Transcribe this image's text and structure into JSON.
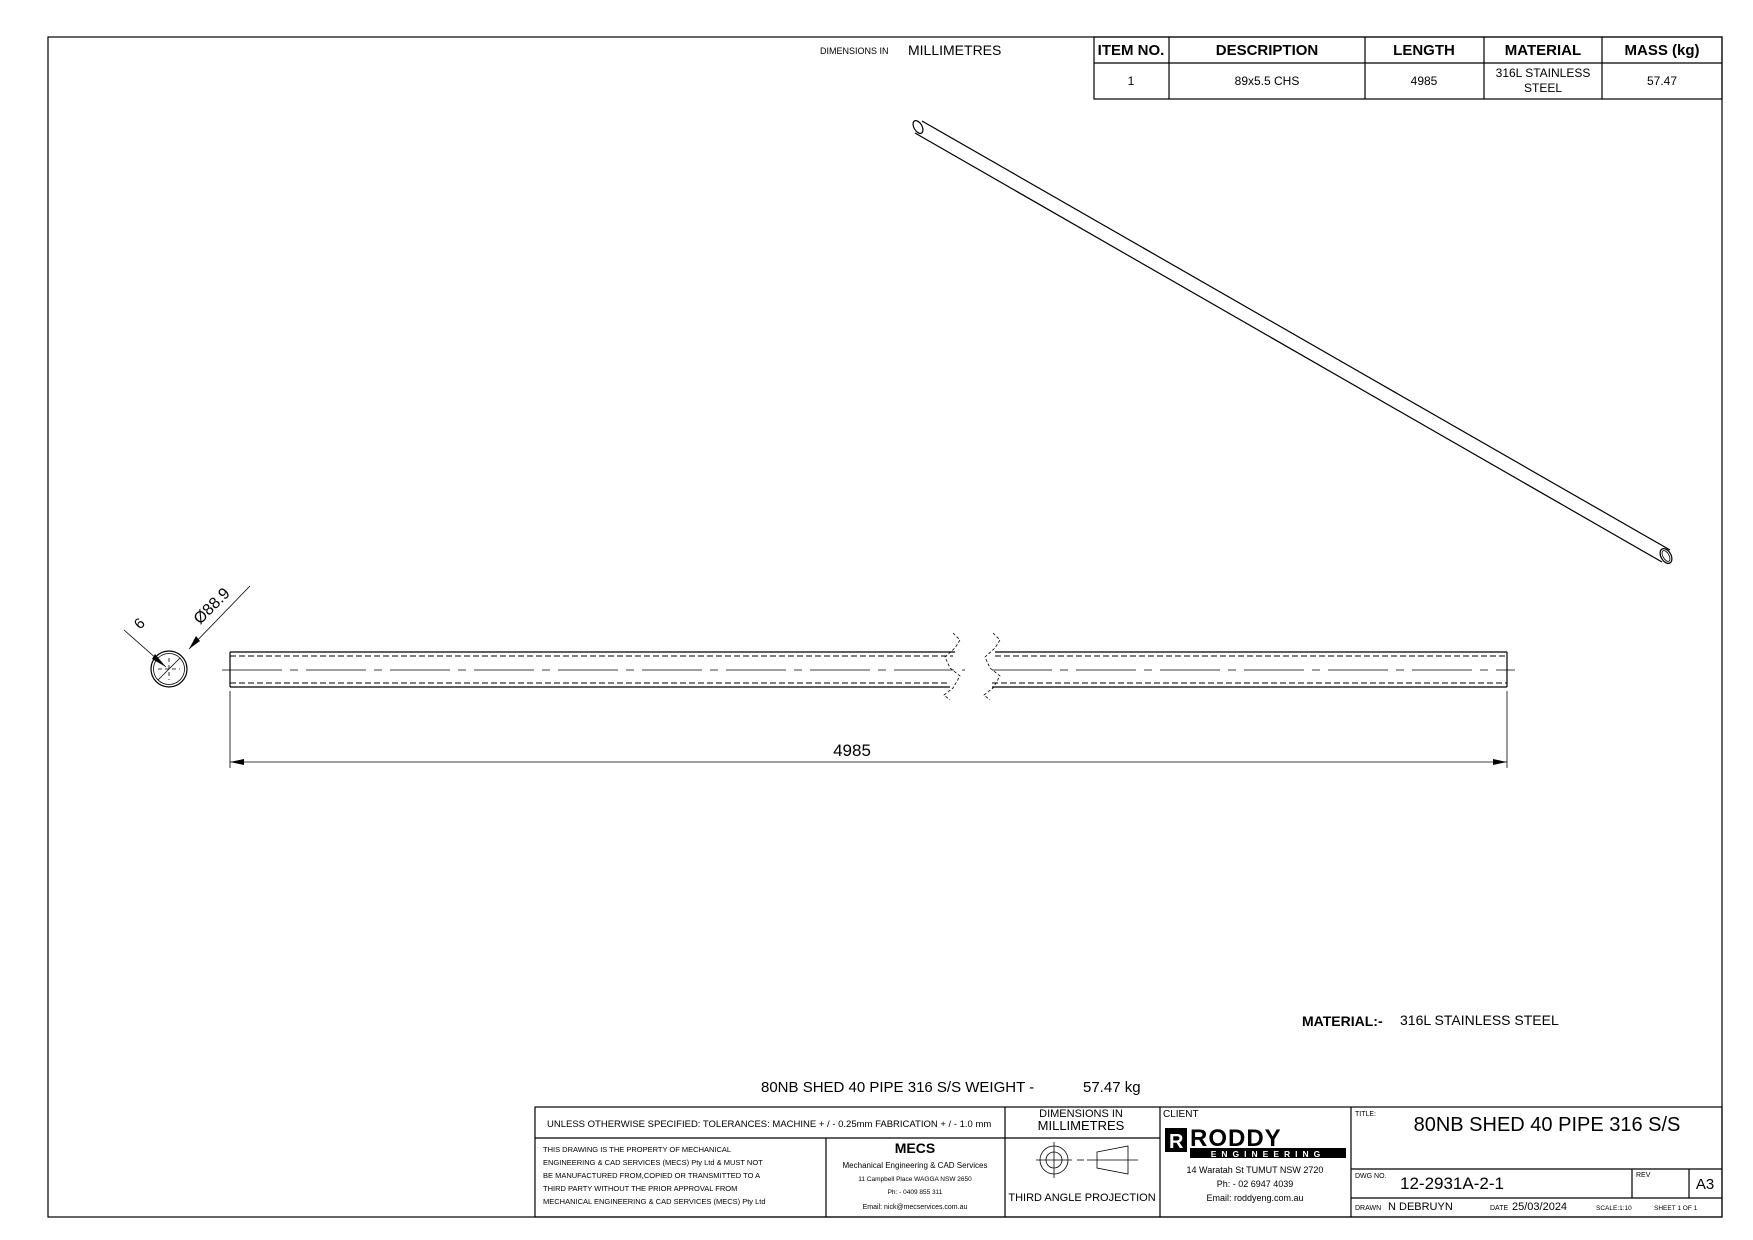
{
  "header": {
    "dims_prefix": "DIMENSIONS IN",
    "dims_unit": "MILLIMETRES"
  },
  "bom": {
    "headers": [
      "ITEM NO.",
      "DESCRIPTION",
      "LENGTH",
      "MATERIAL",
      "MASS (kg)"
    ],
    "rows": [
      {
        "item": "1",
        "description": "89x5.5 CHS",
        "length": "4985",
        "material_line1": "316L STAINLESS",
        "material_line2": "STEEL",
        "mass": "57.47"
      }
    ]
  },
  "dimensions": {
    "outer_diameter": "Ø88.9",
    "wall": "6",
    "length": "4985"
  },
  "notes": {
    "material_label": "MATERIAL:-",
    "material_value": "316L STAINLESS STEEL",
    "weight_line": "80NB SHED 40 PIPE 316 S/S WEIGHT -",
    "weight_value": "57.47 kg"
  },
  "title_block": {
    "tolerances": "UNLESS OTHERWISE SPECIFIED: TOLERANCES: MACHINE + / - 0.25mm  FABRICATION + / - 1.0 mm",
    "dims_in": "DIMENSIONS IN",
    "dims_unit": "MILLIMETRES",
    "property_lines": [
      "THIS DRAWING IS THE PROPERTY OF MECHANICAL",
      "ENGINEERING & CAD SERVICES (MECS) Pty Ltd & MUST NOT",
      "BE MANUFACTURED FROM,COPIED OR TRANSMITTED TO A",
      "THIRD PARTY WITHOUT THE PRIOR APPROVAL FROM",
      "MECHANICAL ENGINEERING & CAD SERVICES (MECS) Pty Ltd"
    ],
    "mecs": {
      "logo": "MECS",
      "name": "Mechanical Engineering & CAD Services",
      "address": "11 Campbell Place WAGGA NSW 2650",
      "phone": "Ph: - 0409 855 311",
      "email": "Email: nick@mecservices.com.au"
    },
    "projection": "THIRD ANGLE PROJECTION",
    "client_label": "CLIENT",
    "client": {
      "logo_main": "RODDY",
      "logo_sub": "ENGINEERING",
      "address": "14 Waratah St TUMUT NSW 2720",
      "phone": "Ph: - 02 6947 4039",
      "email": "Email: roddyeng.com.au"
    },
    "title_label": "TITLE:",
    "title": "80NB SHED 40 PIPE 316 S/S",
    "dwg_label": "DWG NO.",
    "dwg_no": "12-2931A-2-1",
    "rev_label": "REV",
    "size": "A3",
    "drawn_label": "DRAWN",
    "drawn_by": "N DEBRUYN",
    "date_label": "DATE",
    "date": "25/03/2024",
    "scale": "SCALE:1:10",
    "sheet": "SHEET 1 OF 1"
  }
}
